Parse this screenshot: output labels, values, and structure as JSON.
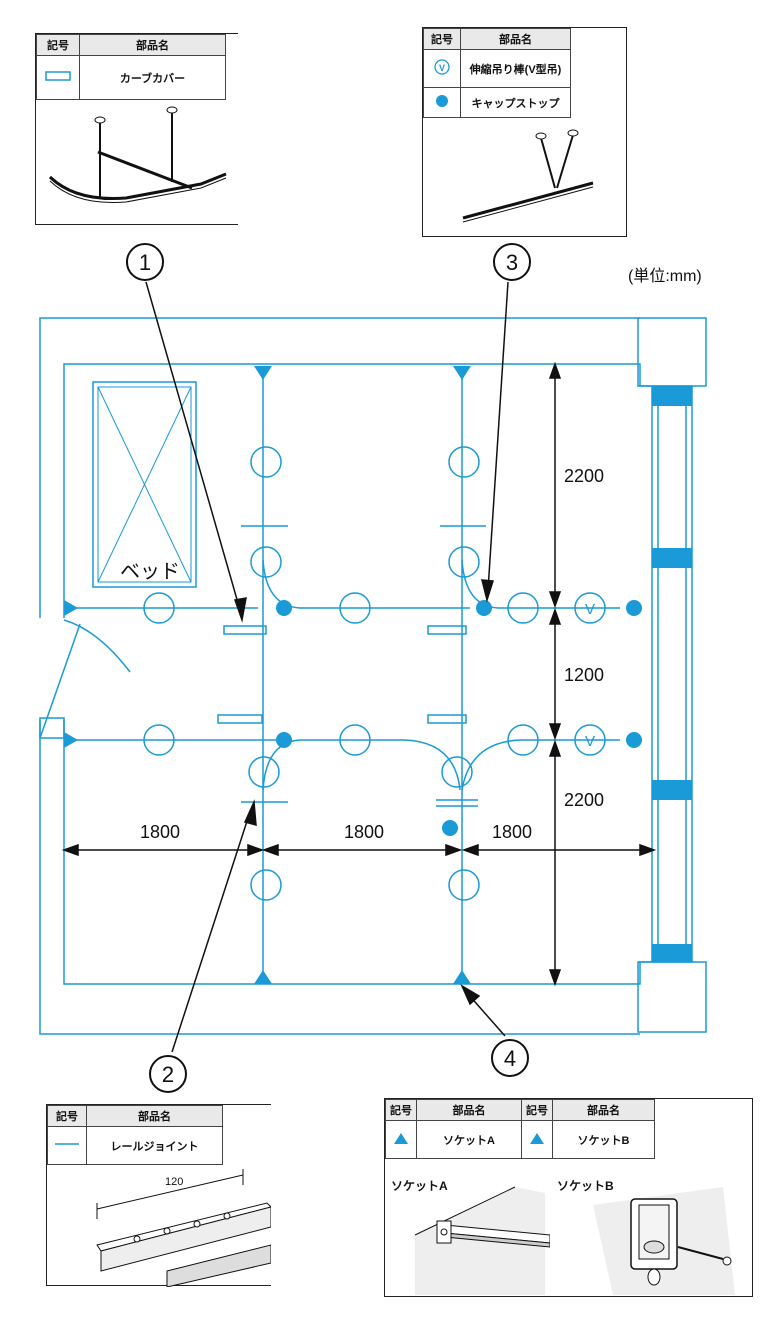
{
  "header_code": "記号",
  "header_part": "部品名",
  "unit_label": "(単位:mm)",
  "bed_label": "ベッド",
  "dimensions": {
    "w1": "1800",
    "w2": "1800",
    "w3": "1800",
    "h1": "2200",
    "h2": "1200",
    "h3": "2200"
  },
  "callouts": [
    "1",
    "2",
    "3",
    "4"
  ],
  "legend1": {
    "part": "カーブカバー"
  },
  "legend3": {
    "rows": [
      {
        "symbol": "V",
        "part": "伸縮吊り棒(V型吊)"
      },
      {
        "part": "キャップストップ"
      }
    ]
  },
  "legend2": {
    "part": "レールジョイント",
    "dim": "120"
  },
  "legend4": {
    "partA": "ソケットA",
    "partB": "ソケットB",
    "captionA": "ソケットA",
    "captionB": "ソケットB"
  },
  "colors": {
    "accent": "#1a9ad6",
    "ink": "#111111"
  }
}
